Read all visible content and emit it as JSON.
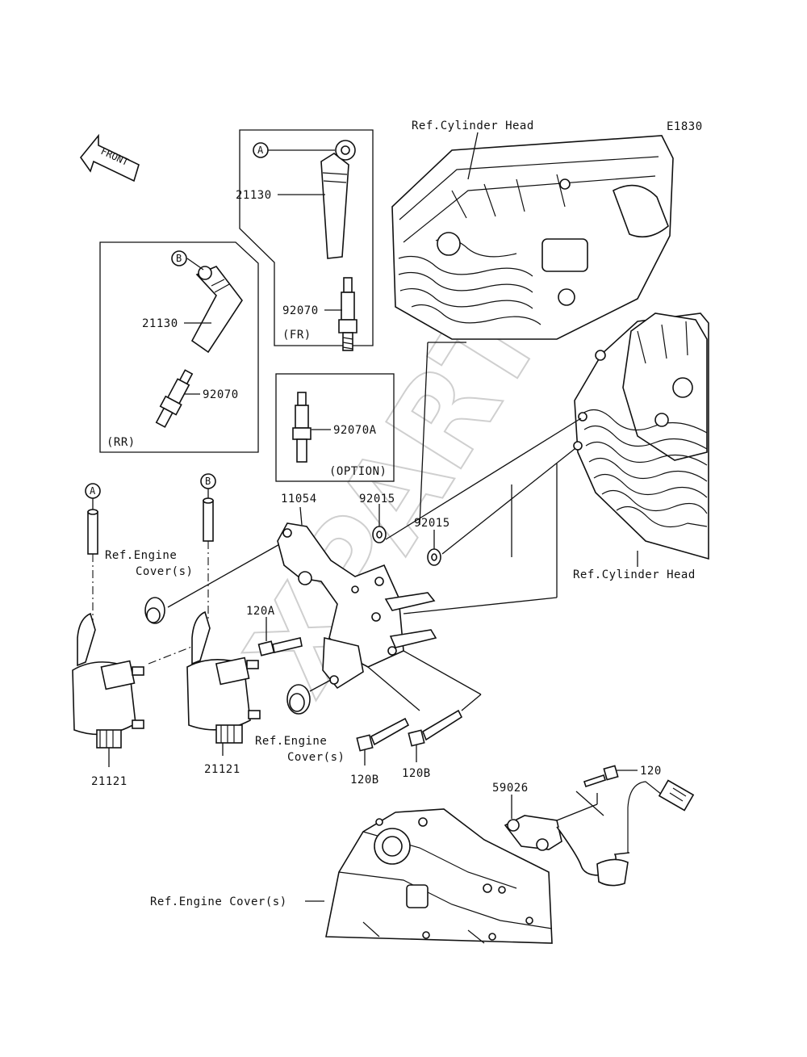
{
  "diagram_code": "E1830",
  "front_arrow": "FRONT",
  "watermark": "XPARTS",
  "groups": {
    "fr": "(FR)",
    "rr": "(RR)",
    "option": "(OPTION)"
  },
  "callouts": {
    "a": "A",
    "b": "B"
  },
  "parts": {
    "p21130_fr": "21130",
    "p92070_fr": "92070",
    "p21130_rr": "21130",
    "p92070_rr": "92070",
    "p92070a": "92070A",
    "p11054": "11054",
    "p92015_a": "92015",
    "p92015_b": "92015",
    "p120a": "120A",
    "p21121_l": "21121",
    "p21121_r": "21121",
    "p120b_l": "120B",
    "p120b_r": "120B",
    "p59026": "59026",
    "p120": "120"
  },
  "refs": {
    "cyl_head_top": "Ref.Cylinder Head",
    "cyl_head_right": "Ref.Cylinder Head",
    "eng_cover_1_l1": "Ref.Engine",
    "eng_cover_1_l2": "Cover(s)",
    "eng_cover_2_l1": "Ref.Engine",
    "eng_cover_2_l2": "Cover(s)",
    "eng_cover_3": "Ref.Engine Cover(s)"
  }
}
